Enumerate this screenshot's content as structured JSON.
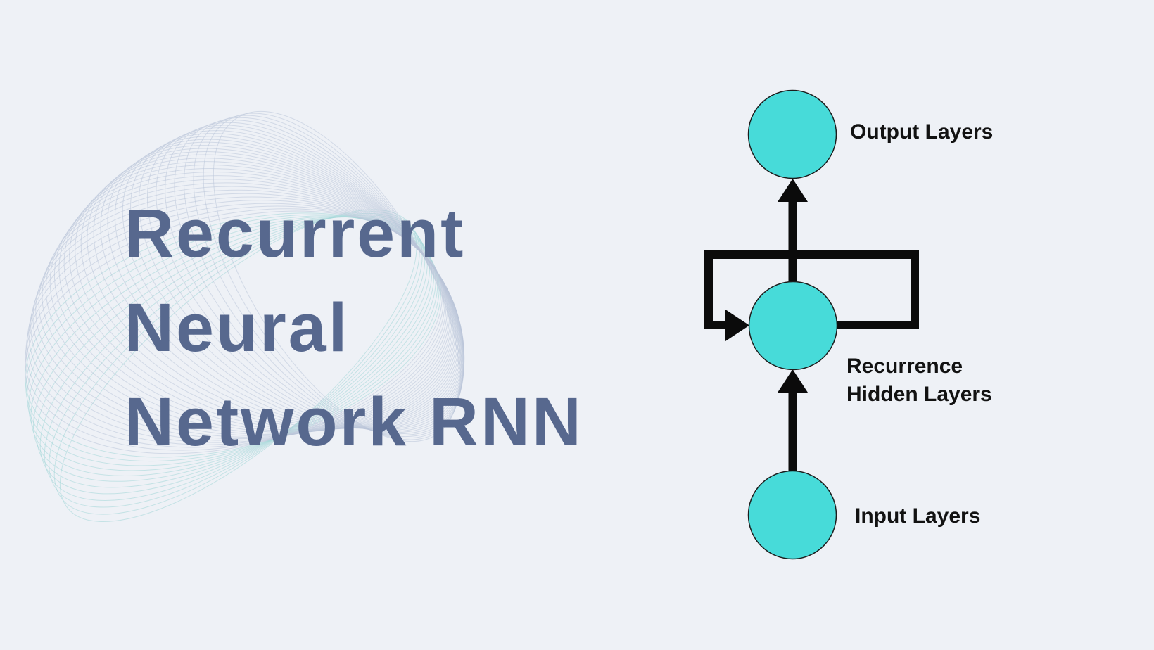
{
  "colors": {
    "background": "#eef1f6",
    "title": "#57688e",
    "node_fill": "#47dbd9",
    "node_stroke": "#1c1c1c",
    "line": "#0b0b0b",
    "label": "#121212",
    "deco_blue": "#bac4d8",
    "deco_teal": "#a9d9db"
  },
  "title": {
    "text": "Recurrent\nNeural\nNetwork RNN"
  },
  "diagram": {
    "nodes": [
      {
        "id": "output-node",
        "label": "Output Layers"
      },
      {
        "id": "hidden-node",
        "label": "Recurrence\nHidden Layers"
      },
      {
        "id": "input-node",
        "label": "Input Layers"
      }
    ]
  }
}
